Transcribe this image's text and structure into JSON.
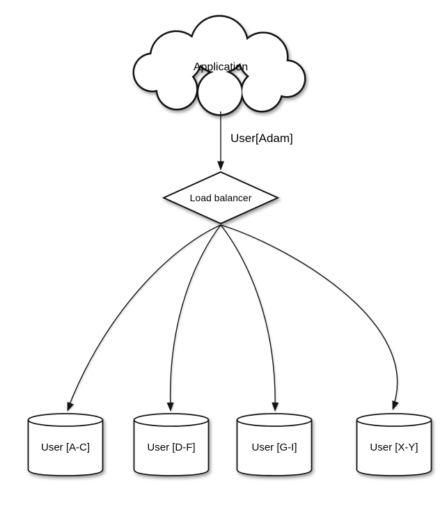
{
  "diagram": {
    "type": "flow-diagram",
    "background": "#ffffff",
    "nodes": {
      "application": {
        "label": "Application",
        "shape": "cloud"
      },
      "load_balancer": {
        "label": "Load balancer",
        "shape": "diamond"
      },
      "shard_ac": {
        "label": "User [A-C]",
        "shape": "cylinder"
      },
      "shard_df": {
        "label": "User [D-F]",
        "shape": "cylinder"
      },
      "shard_gi": {
        "label": "User [G-I]",
        "shape": "cylinder"
      },
      "shard_xy": {
        "label": "User [X-Y]",
        "shape": "cylinder"
      }
    },
    "edges": [
      {
        "from": "application",
        "to": "load_balancer",
        "label": "User[Adam]"
      },
      {
        "from": "load_balancer",
        "to": "shard_ac",
        "label": ""
      },
      {
        "from": "load_balancer",
        "to": "shard_df",
        "label": ""
      },
      {
        "from": "load_balancer",
        "to": "shard_gi",
        "label": ""
      },
      {
        "from": "load_balancer",
        "to": "shard_xy",
        "label": ""
      }
    ],
    "colors": {
      "stroke": "#141414",
      "fill": "#ffffff",
      "text": "#000000"
    }
  }
}
